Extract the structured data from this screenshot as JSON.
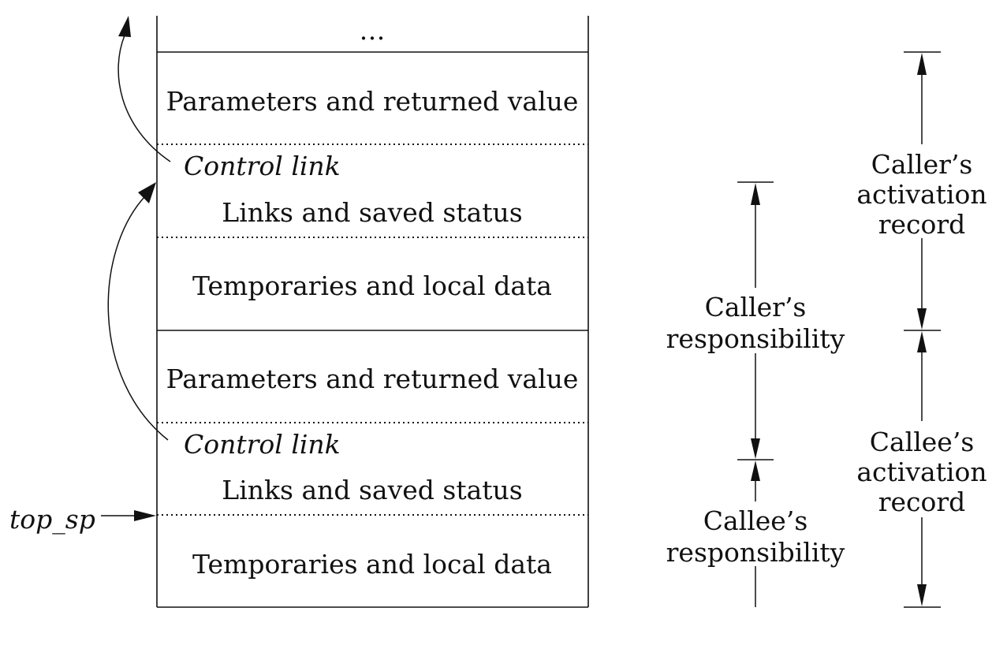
{
  "stack": {
    "top_ellipsis": "…",
    "caller": {
      "params": "Parameters and returned value",
      "control_link": "Control link",
      "links_status": "Links and saved status",
      "temps": "Temporaries and local data"
    },
    "callee": {
      "params": "Parameters and returned value",
      "control_link": "Control link",
      "links_status": "Links and saved status",
      "temps": "Temporaries and local data"
    }
  },
  "pointer_label": "top_sp",
  "responsibility": {
    "caller_line1": "Caller’s",
    "caller_line2": "responsibility",
    "callee_line1": "Callee’s",
    "callee_line2": "responsibility"
  },
  "records": {
    "caller_line1": "Caller’s",
    "caller_line2": "activation",
    "caller_line3": "record",
    "callee_line1": "Callee’s",
    "callee_line2": "activation",
    "callee_line3": "record"
  }
}
